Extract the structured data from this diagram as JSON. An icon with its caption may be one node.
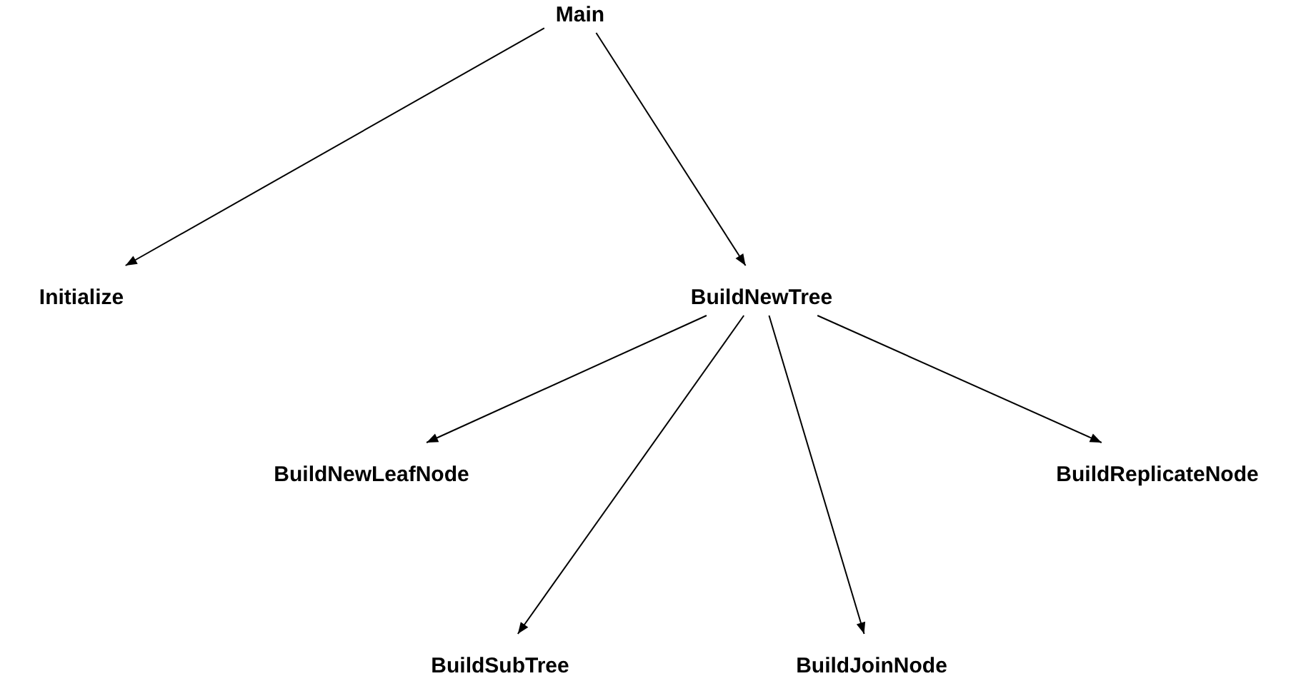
{
  "diagram": {
    "nodes": [
      {
        "text": [
          "Main"
        ]
      },
      {
        "text": [
          "Initialize"
        ]
      },
      {
        "text": [
          "BuildNewTree"
        ]
      },
      {
        "text": [
          "BuildNewLeafNode"
        ]
      },
      {
        "text": [
          "BuildReplicateNode"
        ]
      },
      {
        "text": [
          "BuildSubTree"
        ]
      },
      {
        "text": [
          "BuildJoinNode"
        ]
      }
    ],
    "edges": [
      {
        "from": 0,
        "to": 1,
        "arrow": "to"
      },
      {
        "from": 0,
        "to": 2,
        "arrow": "to"
      },
      {
        "from": 2,
        "to": 3,
        "arrow": "to"
      },
      {
        "from": 2,
        "to": 5,
        "arrow": "to"
      },
      {
        "from": 2,
        "to": 6,
        "arrow": "to"
      },
      {
        "from": 2,
        "to": 4,
        "arrow": "to"
      }
    ]
  }
}
